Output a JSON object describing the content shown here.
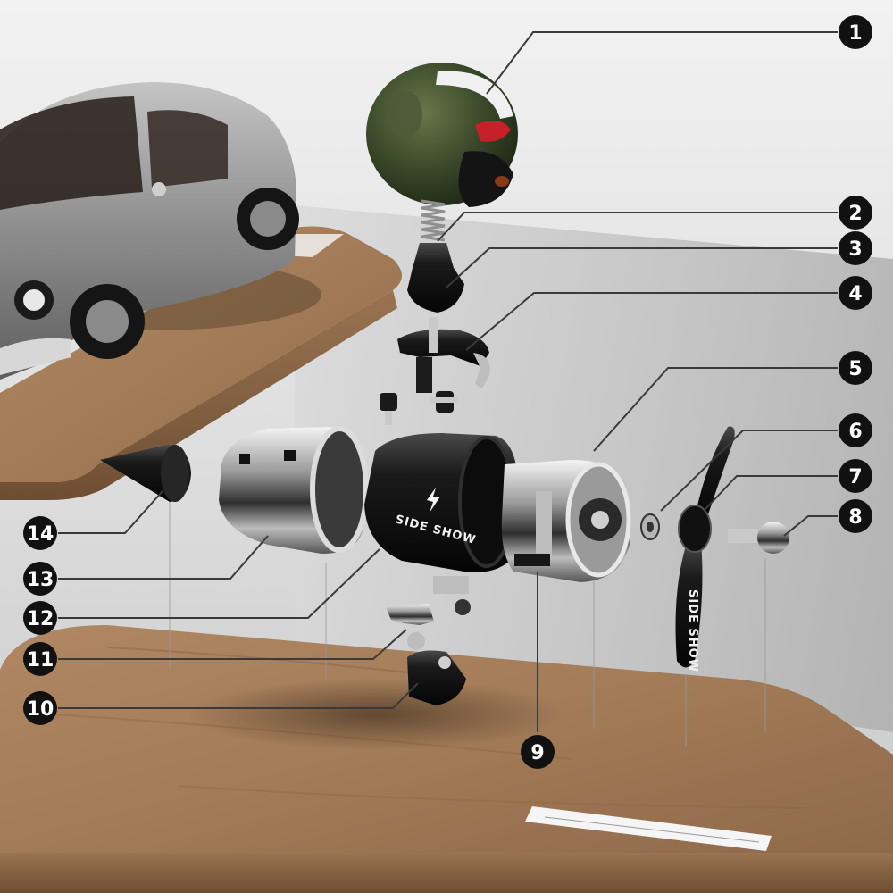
{
  "brand_text": "SIDE SHOW",
  "colors": {
    "background": "#d9d9d9",
    "wood": "#a27b58",
    "wood_dark": "#7e5a3b",
    "callout": "#111111",
    "leader": "#3a3a3a",
    "chrome": "#b9b9b9",
    "helmet_green": "#3b4a2a",
    "helmet_red": "#c8202a",
    "car_body": "#8d8d8d"
  },
  "callouts": [
    {
      "n": "1"
    },
    {
      "n": "2"
    },
    {
      "n": "3"
    },
    {
      "n": "4"
    },
    {
      "n": "5"
    },
    {
      "n": "6"
    },
    {
      "n": "7"
    },
    {
      "n": "8"
    },
    {
      "n": "9"
    },
    {
      "n": "10"
    },
    {
      "n": "11"
    },
    {
      "n": "12"
    },
    {
      "n": "13"
    },
    {
      "n": "14"
    }
  ]
}
